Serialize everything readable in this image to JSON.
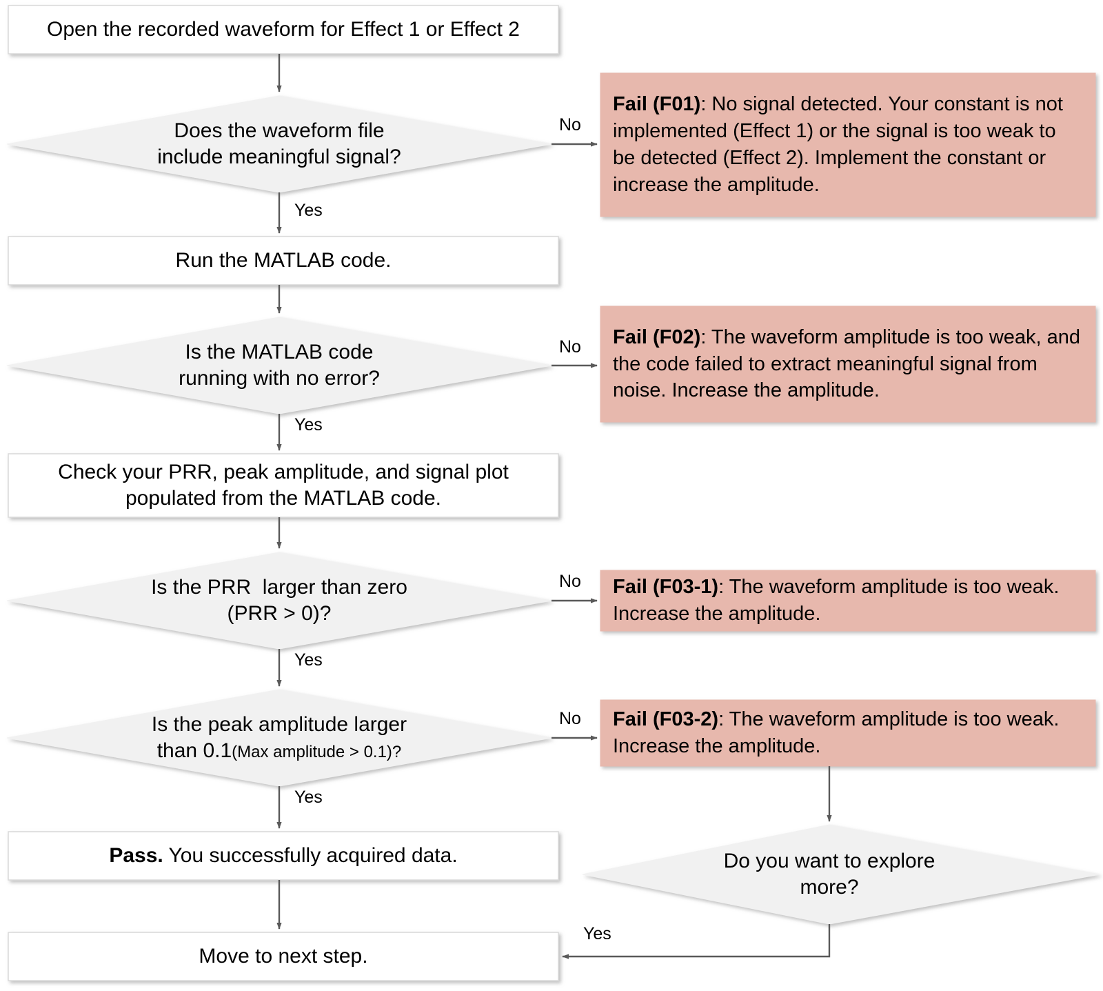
{
  "diagram": {
    "title": "Waveform data-acquisition troubleshooting flowchart",
    "colors": {
      "process_fill": "#ffffff",
      "process_stroke": "#d9d9d9",
      "decision_fill": "#f1f1f1",
      "decision_stroke": "#f1f1f1",
      "fail_fill": "#e7b8ad",
      "fail_stroke": "#e7b8ad",
      "edge_stroke": "#595959",
      "text": "#000000"
    },
    "nodes": {
      "start": {
        "label": "Open the recorded waveform for Effect 1 or Effect 2",
        "shape": "process"
      },
      "d1": {
        "line1": "Does the waveform file",
        "line2": "include meaningful signal?",
        "shape": "decision"
      },
      "run": {
        "label": "Run the MATLAB code.",
        "shape": "process"
      },
      "d2": {
        "line1": "Is the MATLAB code",
        "line2": "running with no error?",
        "shape": "decision"
      },
      "check": {
        "line1": "Check your PRR, peak amplitude, and signal plot",
        "line2": "populated from the MATLAB code.",
        "shape": "process"
      },
      "d3": {
        "line1": "Is the PRR  larger than zero",
        "line2": "(PRR > 0)?",
        "shape": "decision"
      },
      "d4": {
        "line1": "Is the peak amplitude larger",
        "line2_main": "than 0.1",
        "line2_small": "(Max amplitude > 0.1)?",
        "shape": "decision"
      },
      "pass": {
        "bold": "Pass.",
        "rest": " You successfully acquired data.",
        "shape": "process"
      },
      "next": {
        "label": "Move to next step.",
        "shape": "process"
      },
      "explore": {
        "line1": "Do you want to explore",
        "line2": "more?",
        "shape": "decision"
      },
      "f01": {
        "bold": "Fail (F01)",
        "rest": ": No signal detected. Your constant is not implemented (Effect 1) or the signal is too weak to be detected (Effect 2). Implement the constant or increase the amplitude.",
        "shape": "fail"
      },
      "f02": {
        "bold": "Fail (F02)",
        "rest": ": The waveform amplitude is too weak, and the code failed to extract meaningful signal from noise. Increase the amplitude.",
        "shape": "fail"
      },
      "f03_1": {
        "bold": "Fail (F03-1)",
        "rest": ": The waveform amplitude is too weak. Increase the amplitude.",
        "shape": "fail"
      },
      "f03_2": {
        "bold": "Fail (F03-2)",
        "rest": ": The waveform amplitude is too weak. Increase the amplitude.",
        "shape": "fail"
      }
    },
    "edge_labels": {
      "d1_no": "No",
      "d1_yes": "Yes",
      "d2_no": "No",
      "d2_yes": "Yes",
      "d3_no": "No",
      "d3_yes": "Yes",
      "d4_no": "No",
      "d4_yes": "Yes",
      "explore_yes": "Yes"
    }
  }
}
